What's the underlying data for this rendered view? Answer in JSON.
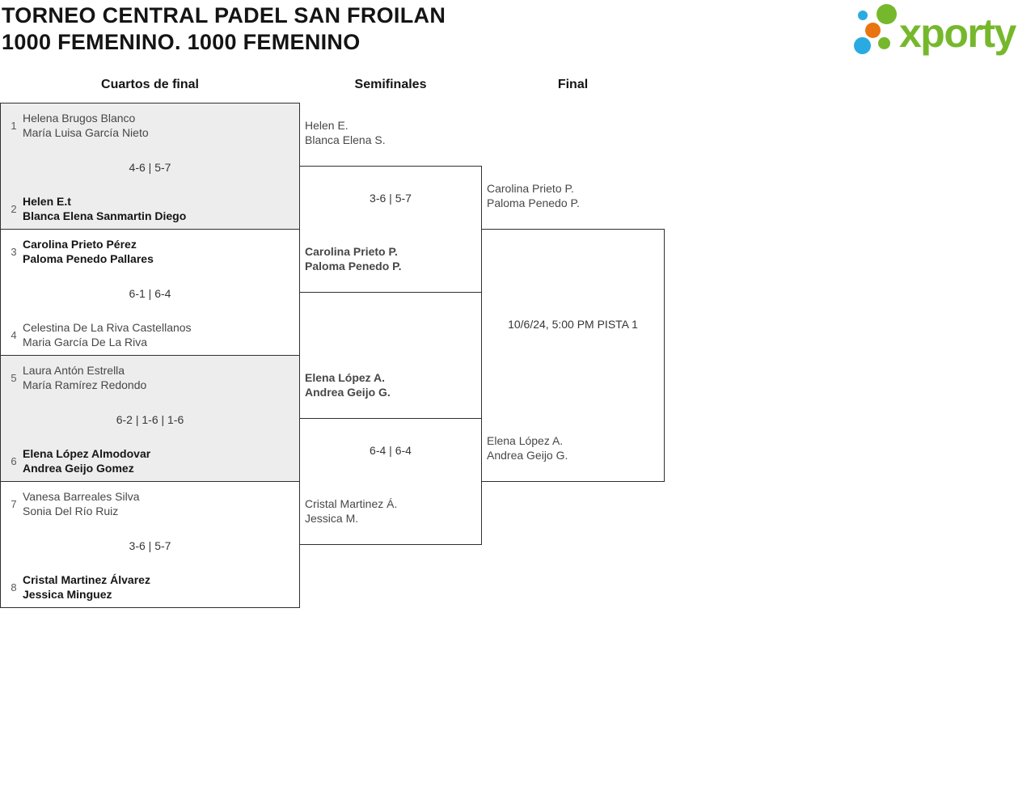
{
  "header": {
    "title_line1": "TORNEO CENTRAL PADEL SAN FROILAN",
    "title_line2": "1000 FEMENINO. 1000 FEMENINO"
  },
  "logo": {
    "wordmark": "xporty",
    "colors": {
      "green": "#76b82c",
      "blue": "#29abe2",
      "orange": "#e87511"
    }
  },
  "rounds": {
    "quarterfinals": "Cuartos de final",
    "semifinals": "Semifinales",
    "final": "Final"
  },
  "quarterfinals": [
    {
      "seed1": "1",
      "team1_line1": "Helena Brugos Blanco",
      "team1_line2": "María Luisa García Nieto",
      "team1_winner": false,
      "score": "4-6 | 5-7",
      "seed2": "2",
      "team2_line1": "Helen E.t",
      "team2_line2": "Blanca Elena Sanmartin Diego",
      "team2_winner": true
    },
    {
      "seed1": "3",
      "team1_line1": "Carolina Prieto Pérez",
      "team1_line2": "Paloma Penedo Pallares",
      "team1_winner": true,
      "score": "6-1 | 6-4",
      "seed2": "4",
      "team2_line1": "Celestina De La Riva Castellanos",
      "team2_line2": "Maria García De La Riva",
      "team2_winner": false
    },
    {
      "seed1": "5",
      "team1_line1": "Laura Antón Estrella",
      "team1_line2": "María Ramírez Redondo",
      "team1_winner": false,
      "score": "6-2 | 1-6 | 1-6",
      "seed2": "6",
      "team2_line1": "Elena López Almodovar",
      "team2_line2": "Andrea Geijo Gomez",
      "team2_winner": true
    },
    {
      "seed1": "7",
      "team1_line1": "Vanesa Barreales Silva",
      "team1_line2": "Sonia Del Río Ruiz",
      "team1_winner": false,
      "score": "3-6 | 5-7",
      "seed2": "8",
      "team2_line1": "Cristal Martinez Álvarez",
      "team2_line2": "Jessica Minguez",
      "team2_winner": true
    }
  ],
  "semifinals": [
    {
      "team1_line1": "Helen E.",
      "team1_line2": "Blanca Elena S.",
      "team1_winner": false,
      "score": "3-6 | 5-7",
      "team2_line1": "Carolina Prieto P.",
      "team2_line2": "Paloma Penedo P.",
      "team2_winner": true
    },
    {
      "team1_line1": "Elena López A.",
      "team1_line2": "Andrea Geijo G.",
      "team1_winner": true,
      "score": "6-4 | 6-4",
      "team2_line1": "Cristal Martinez Á.",
      "team2_line2": "Jessica M.",
      "team2_winner": false
    }
  ],
  "final": {
    "team1_line1": "Carolina Prieto P.",
    "team1_line2": "Paloma Penedo P.",
    "team1_winner": false,
    "info": "10/6/24, 5:00 PM PISTA 1",
    "team2_line1": "Elena López A.",
    "team2_line2": "Andrea Geijo G.",
    "team2_winner": false
  }
}
